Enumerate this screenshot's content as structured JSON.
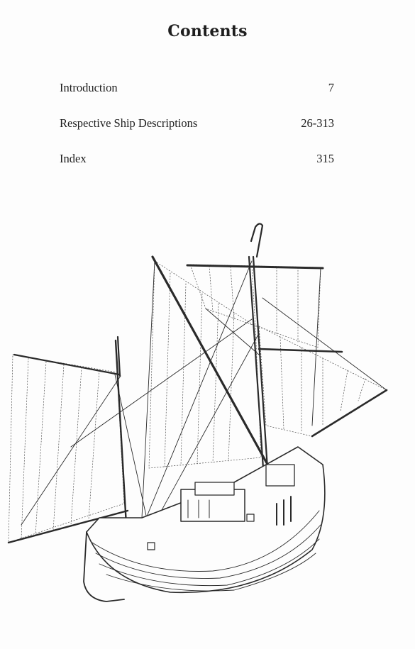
{
  "page": {
    "title": "Contents"
  },
  "toc": [
    {
      "label": "Introduction",
      "page": "7"
    },
    {
      "label": "Respective Ship Descriptions",
      "page": "26-313"
    },
    {
      "label": "Index",
      "page": "315"
    }
  ],
  "illustration": {
    "icon": "sailing-ship-drawing-icon",
    "ink_color": "#2a2a2a"
  }
}
